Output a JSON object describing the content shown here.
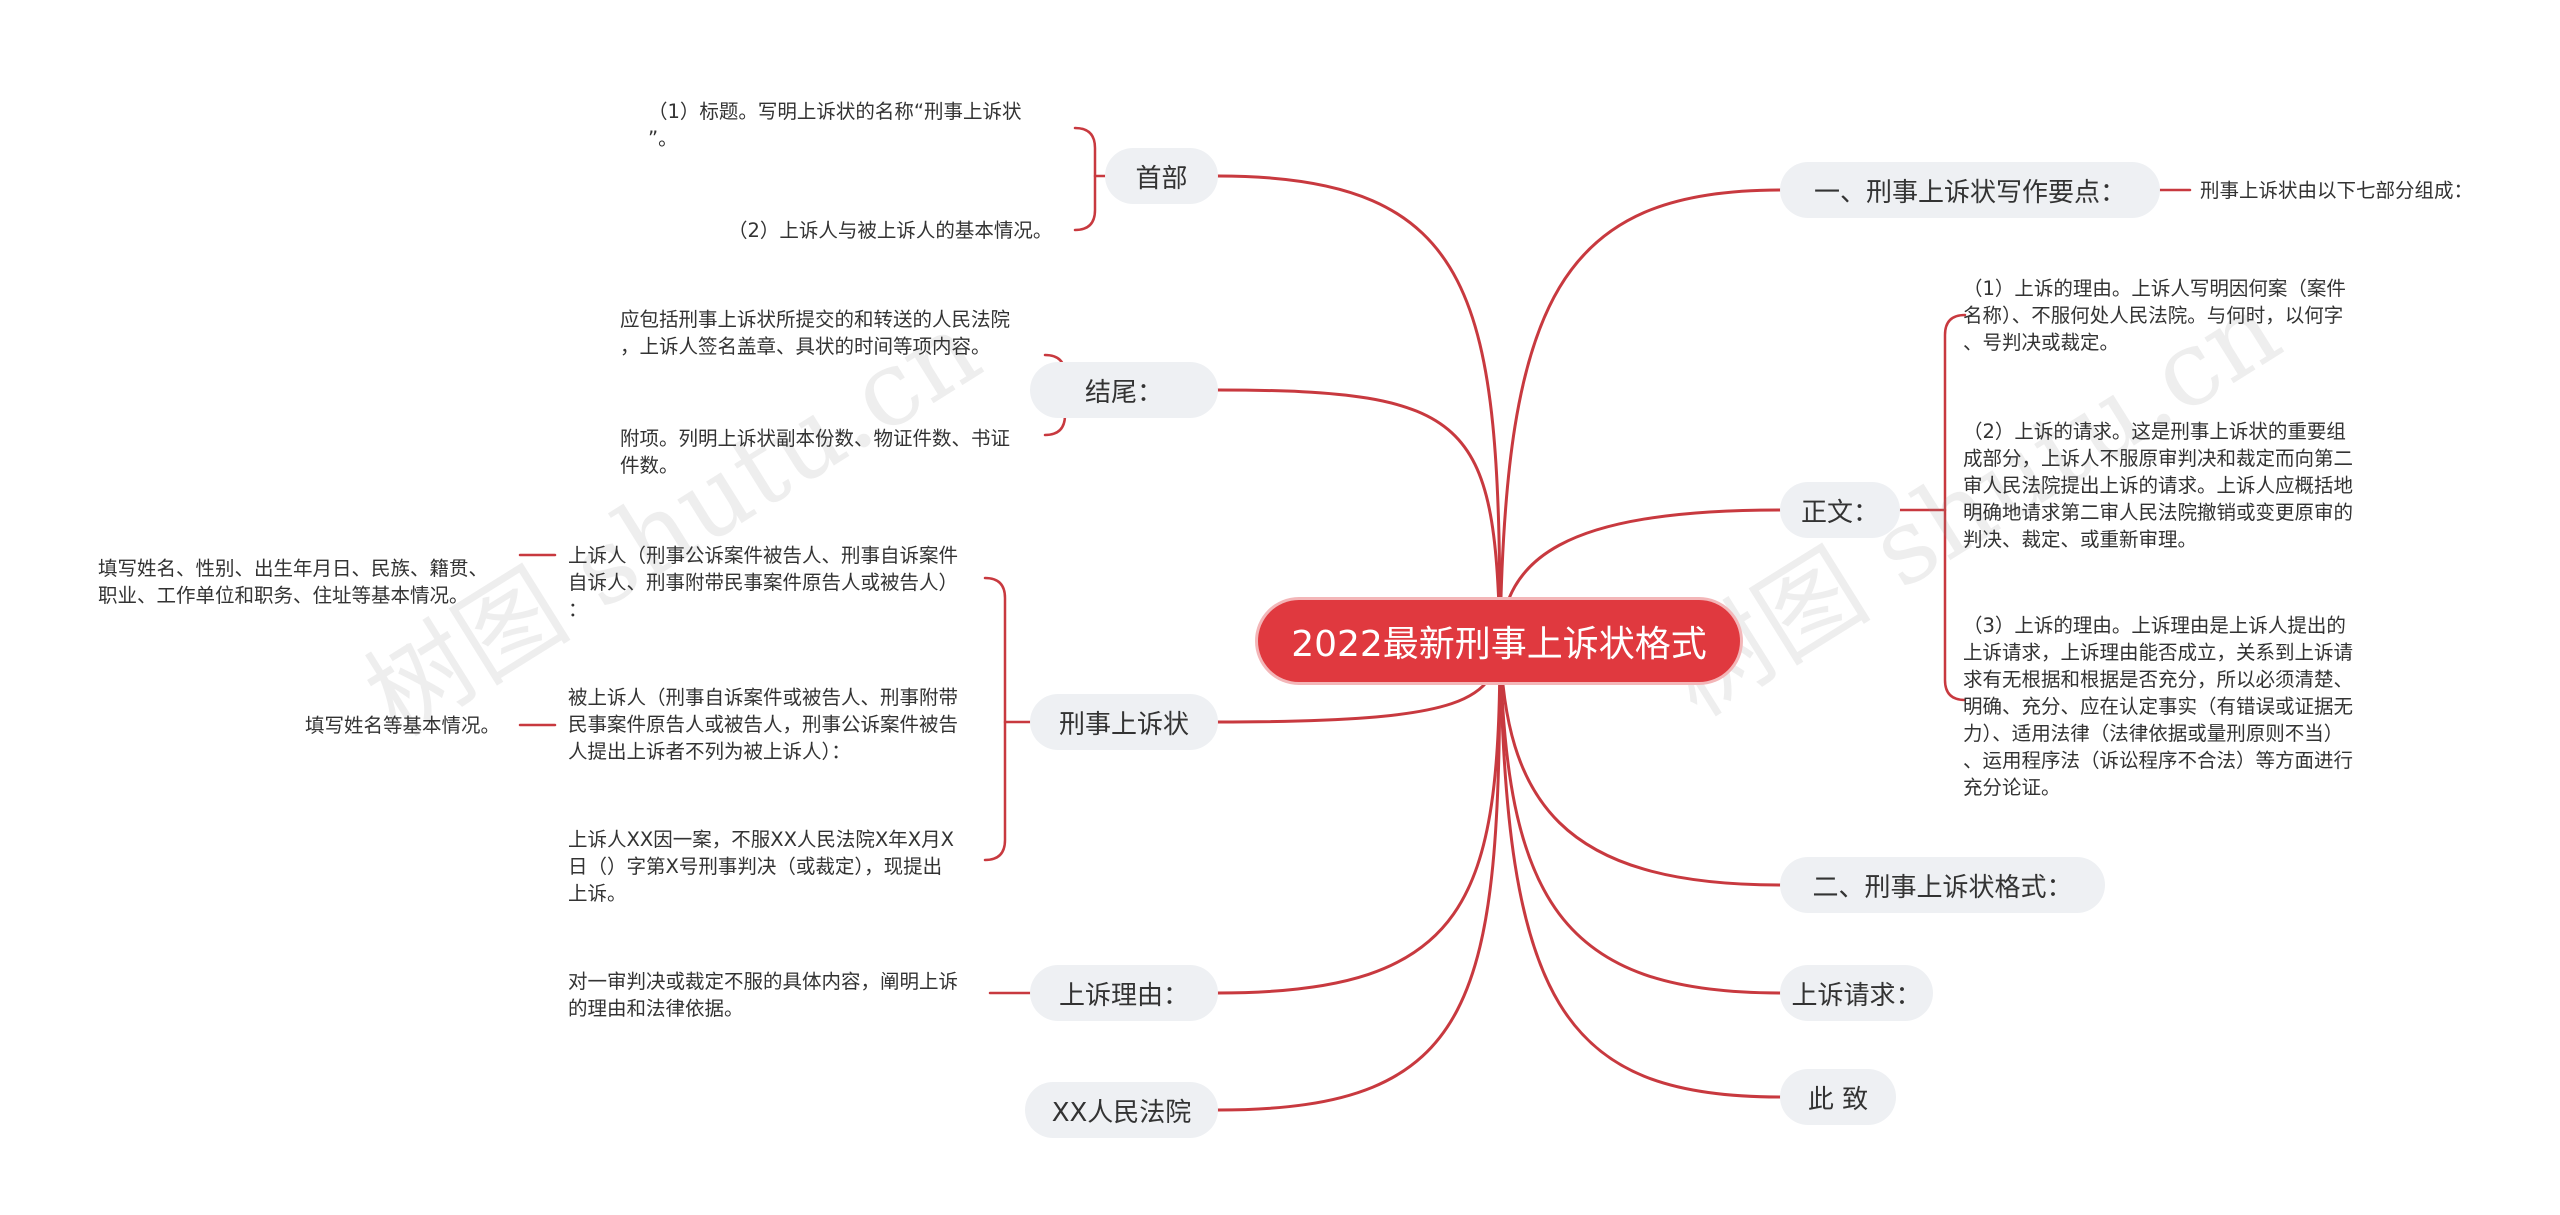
{
  "root": {
    "title": "2022最新刑事上诉状格式"
  },
  "left": {
    "shoubu": {
      "label": "首部",
      "leaves": [
        [
          "（1）标题。写明上诉状的名称“刑事上诉状",
          "”。"
        ],
        [
          "（2）上诉人与被上诉人的基本情况。"
        ]
      ]
    },
    "jiewei": {
      "label": "结尾：",
      "leaves": [
        [
          "应包括刑事上诉状所提交的和转送的人民法院",
          "，上诉人签名盖章、具状的时间等项内容。"
        ],
        [
          "附项。列明上诉状副本份数、物证件数、书证",
          "件数。"
        ]
      ]
    },
    "xingshi": {
      "label": "刑事上诉状",
      "leaves": [
        [
          "上诉人（刑事公诉案件被告人、刑事自诉案件",
          "自诉人、刑事附带民事案件原告人或被告人）",
          "："
        ],
        [
          "被上诉人（刑事自诉案件或被告人、刑事附带",
          "民事案件原告人或被告人，刑事公诉案件被告",
          "人提出上诉者不列为被上诉人）："
        ],
        [
          "上诉人XX因一案，不服XX人民法院X年X月X",
          "日（）字第X号刑事判决（或裁定），现提出",
          "上诉。"
        ]
      ],
      "sub": [
        [
          "填写姓名、性别、出生年月日、民族、籍贯、",
          "职业、工作单位和职务、住址等基本情况。"
        ],
        [
          "填写姓名等基本情况。"
        ]
      ]
    },
    "liyou": {
      "label": "上诉理由：",
      "leaves": [
        [
          "对一审判决或裁定不服的具体内容，阐明上诉",
          "的理由和法律依据。"
        ]
      ]
    },
    "fayuan": {
      "label": "XX人民法院"
    }
  },
  "right": {
    "yaodian": {
      "label": "一、刑事上诉状写作要点：",
      "leaf": "刑事上诉状由以下七部分组成："
    },
    "zhengwen": {
      "label": "正文：",
      "leaves": [
        [
          "（1）上诉的理由。上诉人写明因何案（案件",
          "名称）、不服何处人民法院。与何时，以何字",
          "、号判决或裁定。"
        ],
        [
          "（2）上诉的请求。这是刑事上诉状的重要组",
          "成部分，上诉人不服原审判决和裁定而向第二",
          "审人民法院提出上诉的请求。上诉人应概括地",
          "明确地请求第二审人民法院撤销或变更原审的",
          "判决、裁定、或重新审理。"
        ],
        [
          "（3）上诉的理由。上诉理由是上诉人提出的",
          "上诉请求，上诉理由能否成立，关系到上诉请",
          "求有无根据和根据是否充分，所以必须清楚、",
          "明确、充分、应在认定事实（有错误或证据无",
          "力）、适用法律（法律依据或量刑原则不当）",
          "、运用程序法（诉讼程序不合法）等方面进行",
          "充分论证。"
        ]
      ]
    },
    "geshi": {
      "label": "二、刑事上诉状格式："
    },
    "qingqiu": {
      "label": "上诉请求："
    },
    "cizhi": {
      "label": "此 致"
    }
  },
  "watermarks": [
    "树图 shutu.cn",
    "树图 shutu.cn"
  ],
  "colors": {
    "accent": "#e0393f",
    "line": "#c8393f",
    "branch_bg": "#eef0f3"
  }
}
